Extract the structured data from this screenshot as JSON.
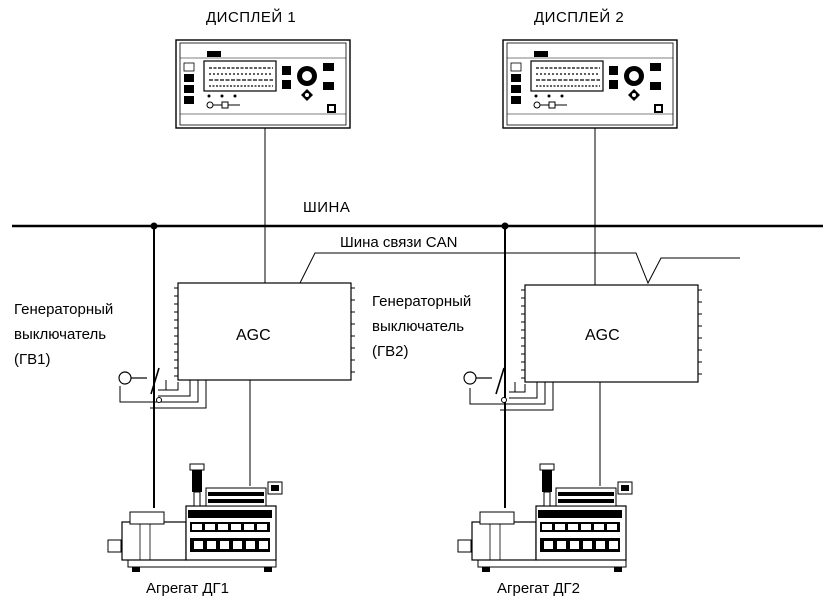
{
  "labels": {
    "display_1": "ДИСПЛЕЙ 1",
    "display_2": "ДИСПЛЕЙ 2",
    "bus": "ШИНА",
    "can_bus": "Шина связи CAN",
    "agc_1": "AGC",
    "agc_2": "AGC",
    "breaker_1": [
      "Генераторный",
      "выключатель",
      "(ГВ1)"
    ],
    "breaker_2": [
      "Генераторный",
      "выключатель",
      "(ГВ2)"
    ],
    "genset_1": "Агрегат ДГ1",
    "genset_2": "Агрегат ДГ2"
  },
  "colors": {
    "line": "#000000",
    "background": "#ffffff"
  },
  "icons": [
    "display-unit-icon",
    "generator-set-icon",
    "circuit-breaker-icon"
  ]
}
